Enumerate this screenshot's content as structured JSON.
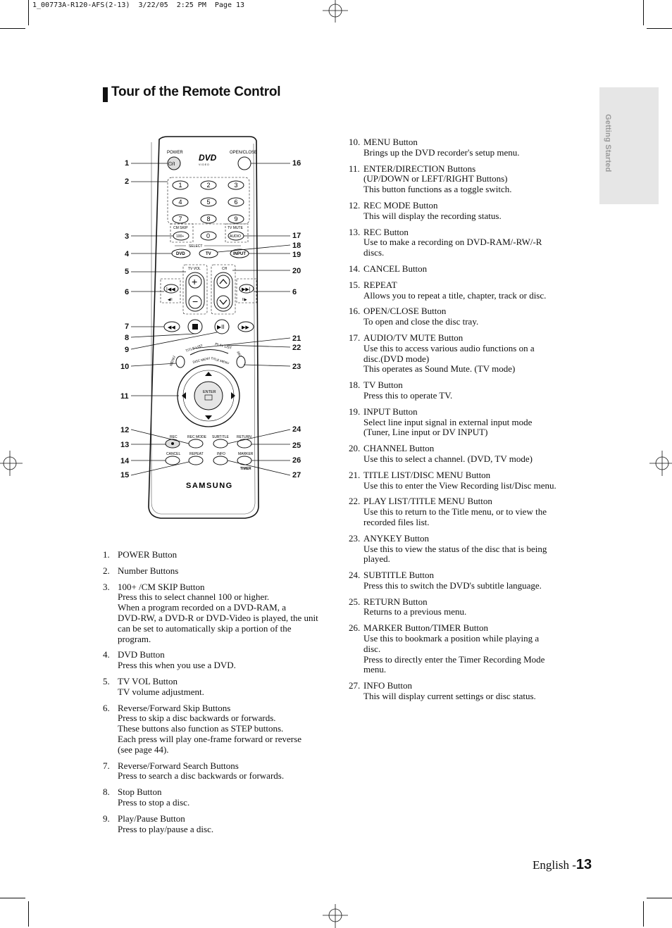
{
  "print_header": "1_00773A-R120-AFS(2-13)  3/22/05  2:25 PM  Page 13",
  "title": "Tour of the Remote Control",
  "side_tab": "Getting Started",
  "remote": {
    "power": "POWER",
    "power_symbol": "⏻/I",
    "dvd_logo": "DVD",
    "dvd_sub": "V I D E O",
    "open_close": "OPEN/CLOSE",
    "digits": [
      "1",
      "2",
      "3",
      "4",
      "5",
      "6",
      "7",
      "8",
      "9"
    ],
    "zero": "0",
    "cm_skip": "CM SKIP",
    "hundred": "100+",
    "tv_mute": "TV MUTE",
    "audio": "AUDIO",
    "select": "SELECT",
    "dvd_btn": "DVD",
    "tv_btn": "TV",
    "input_btn": "INPUT",
    "tv_vol": "TV VOL",
    "ch": "CH",
    "title_list": "TITLE LIST",
    "play_list": "PLAY LIST",
    "menu": "MENU",
    "disc_menu": "DISC MENU",
    "title_menu": "TITLE MENU",
    "anykey": "ANYKEY",
    "enter": "ENTER",
    "rec": "REC",
    "rec_mode": "REC MODE",
    "subtitle": "SUBTITLE",
    "return": "RETURN",
    "cancel": "CANCEL",
    "repeat": "REPEAT",
    "info": "INFO",
    "marker": "MARKER",
    "timer": "TIMER",
    "brand": "SAMSUNG"
  },
  "callouts_left": [
    "1",
    "2",
    "3",
    "4",
    "5",
    "6",
    "7",
    "8",
    "9",
    "10",
    "11",
    "12",
    "13",
    "14",
    "15"
  ],
  "callouts_right": [
    "16",
    "17",
    "18",
    "19",
    "20",
    "6",
    "21",
    "22",
    "23",
    "24",
    "25",
    "26",
    "27"
  ],
  "items_left": [
    {
      "num": "1.",
      "title": "POWER Button",
      "lines": []
    },
    {
      "num": "2.",
      "title": "Number Buttons",
      "lines": []
    },
    {
      "num": "3.",
      "title": "100+ /CM SKIP Button",
      "lines": [
        "Press this to select channel 100 or higher.",
        "When a program recorded on a DVD-RAM, a",
        "DVD-RW, a DVD-R or DVD-Video is played, the unit",
        "can be set to automatically skip a portion of the",
        "program."
      ]
    },
    {
      "num": "4.",
      "title": "DVD Button",
      "lines": [
        "Press this when you use a DVD."
      ]
    },
    {
      "num": "5.",
      "title": "TV VOL Button",
      "lines": [
        "TV volume adjustment."
      ]
    },
    {
      "num": "6.",
      "title": "Reverse/Forward Skip Buttons",
      "lines": [
        "Press to skip a disc backwards or forwards.",
        "These buttons also function as STEP buttons.",
        "Each press will play one-frame forward or reverse",
        "(see page 44)."
      ]
    },
    {
      "num": "7.",
      "title": "Reverse/Forward Search Buttons",
      "lines": [
        "Press to search a disc backwards or forwards."
      ]
    },
    {
      "num": "8.",
      "title": "Stop Button",
      "lines": [
        "Press to stop a disc."
      ]
    },
    {
      "num": "9.",
      "title": "Play/Pause Button",
      "lines": [
        "Press to play/pause a disc."
      ]
    }
  ],
  "items_right": [
    {
      "num": "10.",
      "title": "MENU Button",
      "lines": [
        "Brings up the DVD recorder's setup menu."
      ]
    },
    {
      "num": "11.",
      "title": "ENTER/DIRECTION Buttons",
      "lines": [
        "(UP/DOWN or LEFT/RIGHT Buttons)",
        "This button functions as a toggle switch."
      ]
    },
    {
      "num": "12.",
      "title": "REC MODE Button",
      "lines": [
        "This will display the recording status."
      ]
    },
    {
      "num": "13.",
      "title": "REC Button",
      "lines": [
        "Use to make a recording on DVD-RAM/-RW/-R",
        "discs."
      ]
    },
    {
      "num": "14.",
      "title": "CANCEL Button",
      "lines": []
    },
    {
      "num": "15.",
      "title": "REPEAT",
      "lines": [
        "Allows you to repeat a title, chapter, track or disc."
      ]
    },
    {
      "num": "16.",
      "title": "OPEN/CLOSE Button",
      "lines": [
        "To open and close the disc tray."
      ]
    },
    {
      "num": "17.",
      "title": "AUDIO/TV MUTE Button",
      "lines": [
        "Use this to access various audio functions on a",
        "disc.(DVD mode)",
        "This operates as Sound Mute. (TV mode)"
      ]
    },
    {
      "num": "18.",
      "title": "TV Button",
      "lines": [
        "Press this to operate TV."
      ]
    },
    {
      "num": "19.",
      "title": "INPUT Button",
      "lines": [
        "Select line input signal in external input mode",
        "(Tuner, Line input or DV INPUT)"
      ]
    },
    {
      "num": "20.",
      "title": "CHANNEL Button",
      "lines": [
        "Use this to select a channel. (DVD, TV mode)"
      ]
    },
    {
      "num": "21.",
      "title": "TITLE LIST/DISC MENU Button",
      "lines": [
        "Use this to enter the View Recording list/Disc menu."
      ]
    },
    {
      "num": "22.",
      "title": "PLAY LIST/TITLE MENU Button",
      "lines": [
        "Use this to return to the Title menu, or to view the",
        "recorded files list."
      ]
    },
    {
      "num": "23.",
      "title": "ANYKEY Button",
      "lines": [
        "Use this to view the status of the disc that is being",
        "played."
      ]
    },
    {
      "num": "24.",
      "title": "SUBTITLE Button",
      "lines": [
        "Press this to switch the DVD's subtitle language."
      ]
    },
    {
      "num": "25.",
      "title": "RETURN Button",
      "lines": [
        "Returns to a previous menu."
      ]
    },
    {
      "num": "26.",
      "title": "MARKER Button/TIMER Button",
      "lines": [
        "Use this to bookmark a position while playing a",
        "disc.",
        "Press to directly enter the Timer Recording Mode",
        "menu."
      ]
    },
    {
      "num": "27.",
      "title": "INFO Button",
      "lines": [
        "This will display current settings or disc status."
      ]
    }
  ],
  "footer": {
    "lang": "English -",
    "page": "13"
  }
}
